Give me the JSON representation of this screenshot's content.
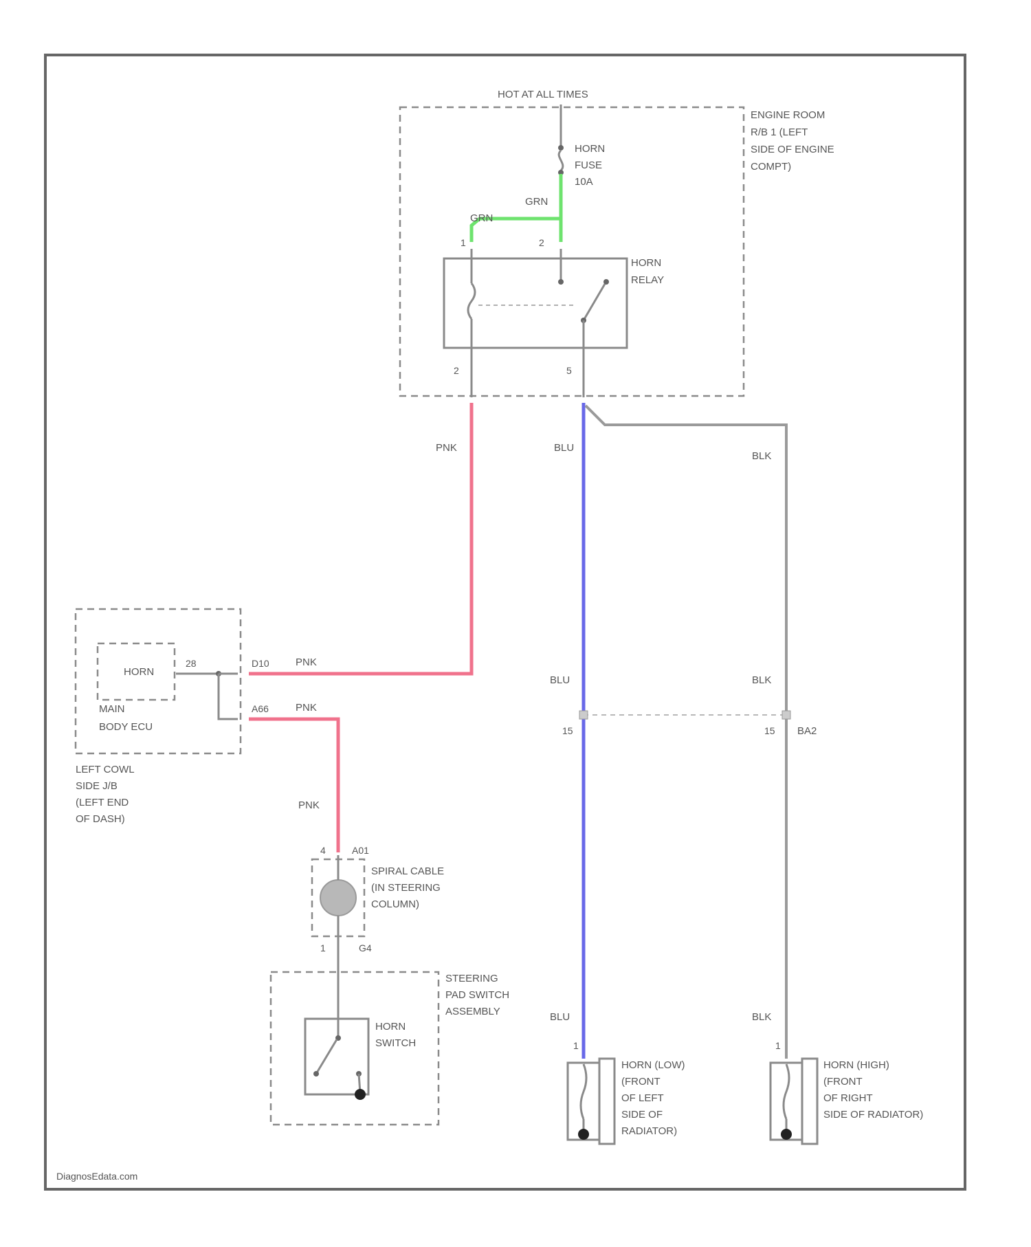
{
  "colors": {
    "grn": "#6ee36e",
    "pnk": "#f0728c",
    "blu": "#6868e8",
    "blk": "#9a9a9a",
    "frame": "#666666",
    "component": "#8a8a8a"
  },
  "labels": {
    "hot_at_all_times": "HOT AT ALL TIMES",
    "engine_room_rb": [
      "ENGINE ROOM",
      "R/B 1 (LEFT",
      "SIDE OF ENGINE",
      "COMPT)"
    ],
    "horn_fuse": [
      "HORN",
      "FUSE",
      "10A"
    ],
    "horn_relay": [
      "HORN",
      "RELAY"
    ],
    "main_body_ecu_horn": "HORN",
    "main_body_ecu": [
      "MAIN",
      "BODY ECU"
    ],
    "left_cowl_jb": [
      "LEFT COWL",
      "SIDE J/B",
      "(LEFT END",
      "OF DASH)"
    ],
    "spiral_cable": [
      "SPIRAL CABLE",
      "(IN STEERING",
      "COLUMN)"
    ],
    "steering_pad": [
      "STEERING",
      "PAD SWITCH",
      "ASSEMBLY"
    ],
    "horn_switch": [
      "HORN",
      "SWITCH"
    ],
    "horn_low": [
      "HORN (LOW)",
      "(FRONT",
      "OF LEFT",
      "SIDE OF",
      "RADIATOR)"
    ],
    "horn_high": [
      "HORN (HIGH)",
      "(FRONT",
      "OF RIGHT",
      "SIDE OF RADIATOR)"
    ],
    "watermark": "DiagnosEdata.com"
  },
  "wires": {
    "grn_a": "GRN",
    "grn_b": "GRN",
    "pnk_1": "PNK",
    "pnk_2": "PNK",
    "pnk_3": "PNK",
    "pnk_4": "PNK",
    "blu_1": "BLU",
    "blu_2": "BLU",
    "blu_3": "BLU",
    "blk_1": "BLK",
    "blk_2": "BLK",
    "blk_3": "BLK"
  },
  "pins": {
    "relay_1": "1",
    "relay_2_top": "2",
    "relay_2_bot": "2",
    "relay_5": "5",
    "ecu_28": "28",
    "ecu_d10": "D10",
    "ecu_a66": "A66",
    "sc_4": "4",
    "sc_a01": "A01",
    "sc_1": "1",
    "sc_g4": "G4",
    "conn_blu": "15",
    "conn_blk": "15",
    "conn_id": "BA2",
    "horn_low_pin": "1",
    "horn_high_pin": "1"
  }
}
